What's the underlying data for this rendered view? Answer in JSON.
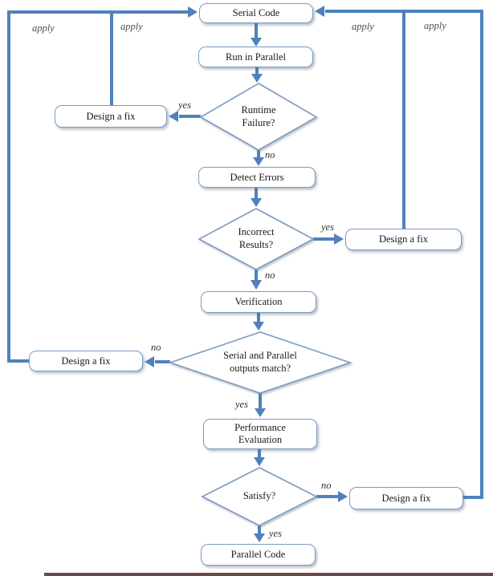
{
  "nodes": {
    "serial_code": "Serial Code",
    "run_in_parallel": "Run in Parallel",
    "detect_errors": "Detect Errors",
    "verification": "Verification",
    "performance_evaluation": "Performance Evaluation",
    "parallel_code": "Parallel Code",
    "design_a_fix": "Design a fix"
  },
  "decisions": {
    "runtime_failure": "Runtime Failure?",
    "incorrect_results": "Incorrect Results?",
    "outputs_match": "Serial and Parallel outputs match?",
    "satisfy": "Satisfy?"
  },
  "edge_labels": {
    "apply": "apply",
    "yes": "yes",
    "no": "no"
  },
  "colors": {
    "connector": "#4f81bd",
    "shape_border": "#7b9ac2",
    "shape_fill": "#ffffff",
    "node_text": "#1a1a1a",
    "edge_label_text": "#4d4d4d",
    "bottom_rule": "#6b4a49"
  }
}
